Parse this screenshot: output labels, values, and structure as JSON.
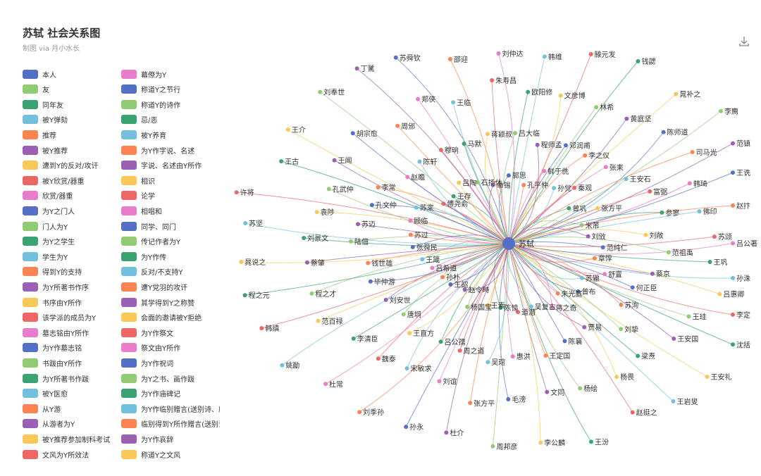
{
  "chart_data": {
    "type": "network",
    "title": "苏轼 社会关系图",
    "subtitle": "制图 via 月小水长",
    "center_node": "苏轼",
    "legend": [
      {
        "name": "本人",
        "color": "#5470c6"
      },
      {
        "name": "友",
        "color": "#91cc75"
      },
      {
        "name": "同年友",
        "color": "#3ba272"
      },
      {
        "name": "被Y弹劾",
        "color": "#73c0de"
      },
      {
        "name": "推荐",
        "color": "#fc8452"
      },
      {
        "name": "被Y推荐",
        "color": "#9a60b4"
      },
      {
        "name": "遭到Y的反对/攻讦",
        "color": "#fac858"
      },
      {
        "name": "被Y欣赏/器重",
        "color": "#ee6666"
      },
      {
        "name": "欣赏/器重",
        "color": "#ea7ccc"
      },
      {
        "name": "为Y之门人",
        "color": "#5470c6"
      },
      {
        "name": "门人为Y",
        "color": "#91cc75"
      },
      {
        "name": "为Y之学生",
        "color": "#3ba272"
      },
      {
        "name": "学生为Y",
        "color": "#73c0de"
      },
      {
        "name": "得到Y的支持",
        "color": "#fc8452"
      },
      {
        "name": "为Y所著书作序",
        "color": "#9a60b4"
      },
      {
        "name": "书序由Y所作",
        "color": "#fac858"
      },
      {
        "name": "该学派的成员为Y",
        "color": "#ee6666"
      },
      {
        "name": "墓志铭由Y所作",
        "color": "#ea7ccc"
      },
      {
        "name": "为Y作墓志铭",
        "color": "#5470c6"
      },
      {
        "name": "书跋由Y所作",
        "color": "#91cc75"
      },
      {
        "name": "为Y所著书作跋",
        "color": "#3ba272"
      },
      {
        "name": "被Y医愈",
        "color": "#73c0de"
      },
      {
        "name": "从Y游",
        "color": "#fc8452"
      },
      {
        "name": "从游者为Y",
        "color": "#9a60b4"
      },
      {
        "name": "被Y推荐参加制科考试",
        "color": "#fac858"
      },
      {
        "name": "文风为Y所效法",
        "color": "#ee6666"
      },
      {
        "name": "幕僚为Y",
        "color": "#ea7ccc"
      },
      {
        "name": "称道Y之节行",
        "color": "#5470c6"
      },
      {
        "name": "称道Y的诗作",
        "color": "#91cc75"
      },
      {
        "name": "忌/恶",
        "color": "#3ba272"
      },
      {
        "name": "被Y养育",
        "color": "#73c0de"
      },
      {
        "name": "为Y作字说、名述",
        "color": "#fc8452"
      },
      {
        "name": "字说、名述由Y所作",
        "color": "#9a60b4"
      },
      {
        "name": "相识",
        "color": "#fac858"
      },
      {
        "name": "论学",
        "color": "#ee6666"
      },
      {
        "name": "相唱和",
        "color": "#ea7ccc"
      },
      {
        "name": "同学、同门",
        "color": "#5470c6"
      },
      {
        "name": "传记作者为Y",
        "color": "#91cc75"
      },
      {
        "name": "为Y作传",
        "color": "#3ba272"
      },
      {
        "name": "反对/不支持Y",
        "color": "#73c0de"
      },
      {
        "name": "遭Y党羽的攻讦",
        "color": "#fc8452"
      },
      {
        "name": "其学得到Y之称赞",
        "color": "#9a60b4"
      },
      {
        "name": "会面的邀请被Y拒绝",
        "color": "#fac858"
      },
      {
        "name": "为Y作祭文",
        "color": "#ee6666"
      },
      {
        "name": "祭文由Y所作",
        "color": "#ea7ccc"
      },
      {
        "name": "为Y作祝词",
        "color": "#5470c6"
      },
      {
        "name": "为Y之书、画作跋",
        "color": "#91cc75"
      },
      {
        "name": "为Y作庙碑记",
        "color": "#3ba272"
      },
      {
        "name": "为Y作临别赠言(送别诗、序)",
        "color": "#73c0de"
      },
      {
        "name": "临别得到Y所作赠言(送别诗、序)",
        "color": "#fc8452"
      },
      {
        "name": "为Y作哀辞",
        "color": "#9a60b4"
      },
      {
        "name": "称道Y之文风",
        "color": "#fac858"
      }
    ],
    "nodes": [
      "郭思",
      "吕大临",
      "欧阳修",
      "韩维",
      "孔平仲",
      "程师孟",
      "文彦博",
      "滕元发",
      "鲜于侁",
      "邓润甫",
      "林希",
      "钱勰",
      "孙觉",
      "李之仪",
      "黄庭坚",
      "晁补之",
      "秦观",
      "张耒",
      "陈师道",
      "李廌",
      "曾巩",
      "王安石",
      "司马光",
      "范镇",
      "张方平",
      "富弼",
      "韩琦",
      "王诜",
      "米芾",
      "参寥",
      "佛印",
      "赵抃",
      "刘攽",
      "刘敞",
      "苏颂",
      "吕公著",
      "范纯仁",
      "范祖禹",
      "王巩",
      "孙洙",
      "章惇",
      "蔡京",
      "吕惠卿",
      "李定",
      "舒亶",
      "何正臣",
      "王珪",
      "沈括",
      "苏辙",
      "苏洵",
      "王安国",
      "王安礼",
      "曾布",
      "刘挚",
      "梁焘",
      "王岩叟",
      "朱光庭",
      "贾易",
      "杨畏",
      "赵挺之",
      "蒋之奇",
      "陈襄",
      "杨绘",
      "王汾",
      "吴复古",
      "王定国",
      "文同",
      "李公麟",
      "道潜",
      "惠洪",
      "毛滂",
      "周邦彦",
      "陈慥",
      "吴琯",
      "张方平",
      "杜介",
      "王素",
      "周之道",
      "刘谊",
      "孙永",
      "杨国宝",
      "吕公孺",
      "宋敏求",
      "刘季孙",
      "赵令畤",
      "王直方",
      "魏泰",
      "杜常",
      "王韶",
      "唐垌",
      "李清臣",
      "姚勔",
      "孙朴",
      "刘安世",
      "范百禄",
      "韩缜",
      "吕希道",
      "毕仲游",
      "程之才",
      "程之元",
      "王箴",
      "钱世雄",
      "蔡肇",
      "晁说之",
      "张舜民",
      "陆佃",
      "刘景文",
      "苏坚",
      "苏过",
      "苏迈",
      "袁陟",
      "许将",
      "顾临",
      "孔文仲",
      "孔武仲",
      "王古",
      "苏寀",
      "李常",
      "王闻",
      "王介",
      "傅尧俞",
      "赵瞻",
      "胡宗愈",
      "刘奉世",
      "王存",
      "陈轩",
      "周邠",
      "丁騭",
      "吕陶",
      "穆珦",
      "郑侠",
      "苏舜钦",
      "石扬休",
      "马默",
      "王临",
      "邵迎",
      "单锡",
      "蒋颖叔",
      "朱寿昌",
      "刘仲达"
    ]
  }
}
